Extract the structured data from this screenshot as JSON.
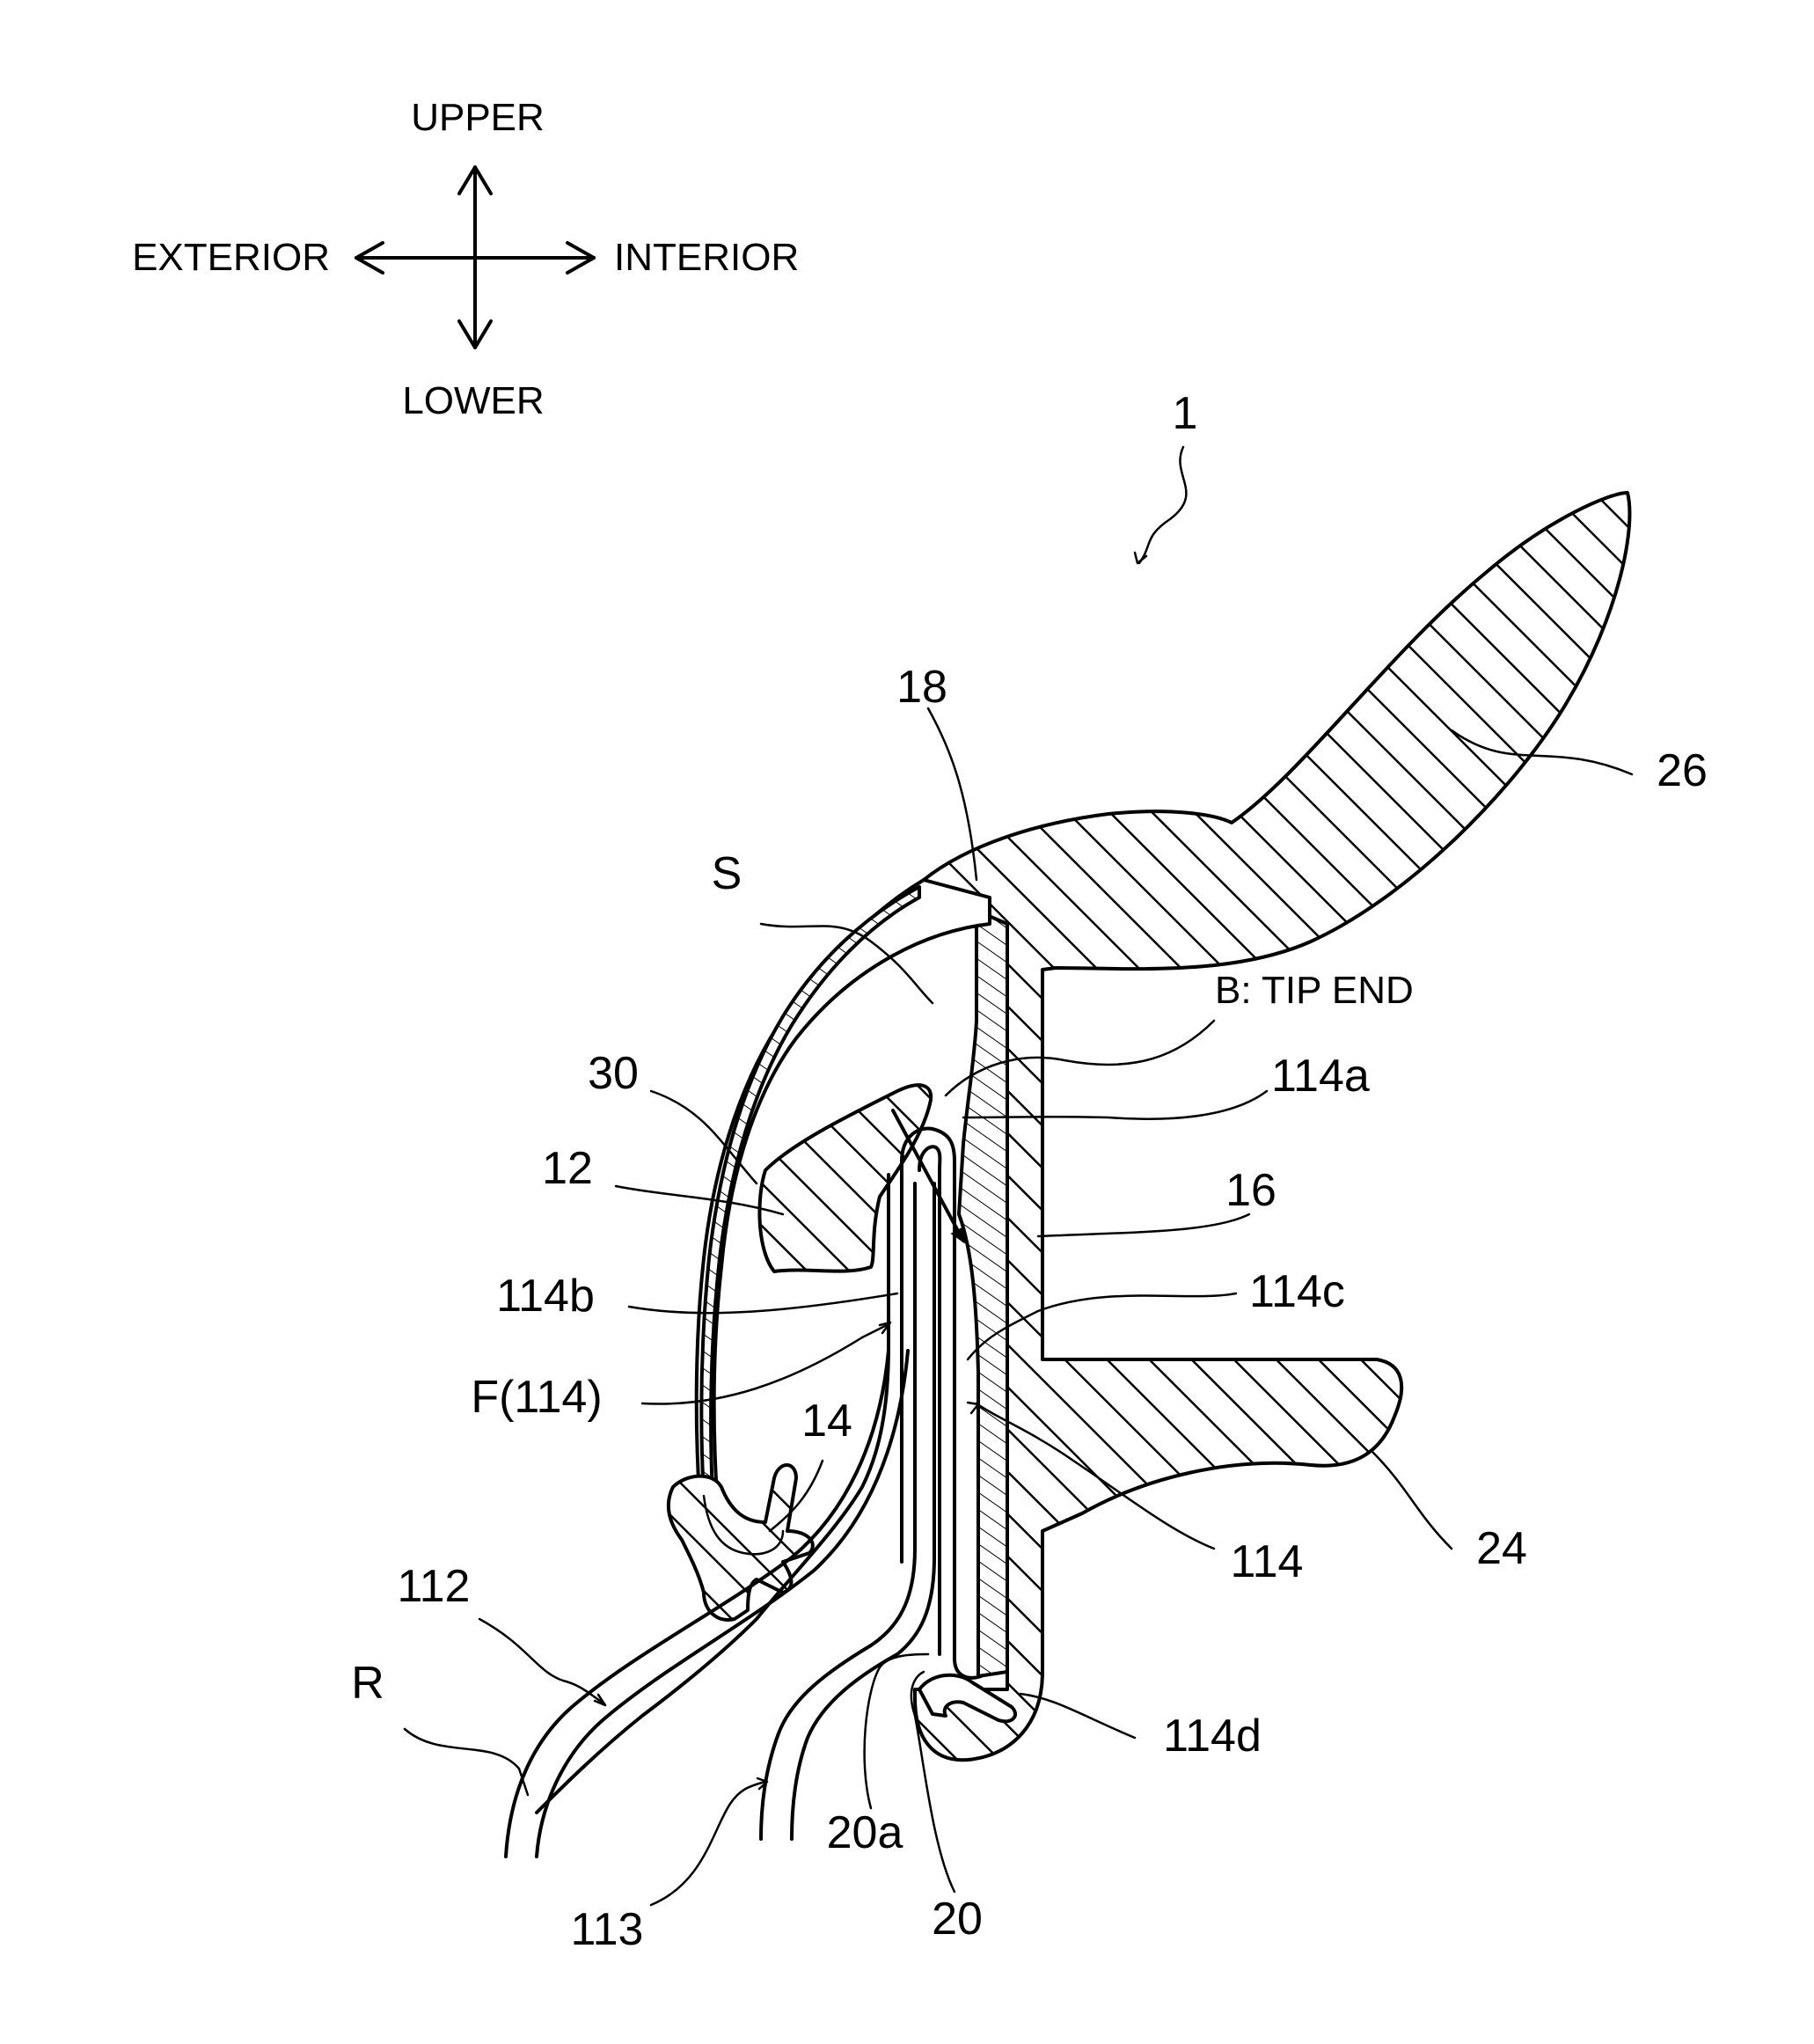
{
  "directions": {
    "upper": "UPPER",
    "lower": "LOWER",
    "exterior": "EXTERIOR",
    "interior": "INTERIOR"
  },
  "labels": {
    "ref_1": "1",
    "ref_18": "18",
    "ref_26": "26",
    "ref_S": "S",
    "tip_end": "B: TIP END",
    "ref_114a": "114a",
    "ref_30": "30",
    "ref_12": "12",
    "ref_16": "16",
    "ref_114b": "114b",
    "ref_114c": "114c",
    "ref_F114": "F(114)",
    "ref_14": "14",
    "ref_24": "24",
    "ref_114": "114",
    "ref_112": "112",
    "ref_R": "R",
    "ref_114d": "114d",
    "ref_20a": "20a",
    "ref_113": "113",
    "ref_20": "20"
  }
}
